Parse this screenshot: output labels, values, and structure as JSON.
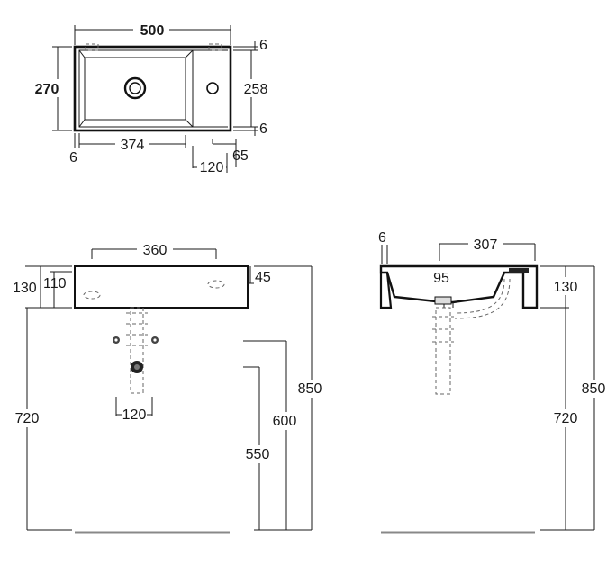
{
  "top_view": {
    "width_total": "500",
    "height_total": "270",
    "height_inner": "258",
    "margin_top": "6",
    "margin_bottom": "6",
    "basin_length": "374",
    "offset_left": "6",
    "tap_offset": "120",
    "tap_margin": "65"
  },
  "front_view": {
    "bracket_spacing": "360",
    "height_total": "130",
    "height_inner": "110",
    "edge_thickness": "45",
    "trap_spacing": "120",
    "height_720": "720",
    "height_550": "550",
    "height_600": "600",
    "height_850": "850"
  },
  "side_view": {
    "wall_thickness": "6",
    "depth": "307",
    "drain_offset": "95",
    "height_total": "130",
    "height_720": "720",
    "height_850": "850"
  }
}
